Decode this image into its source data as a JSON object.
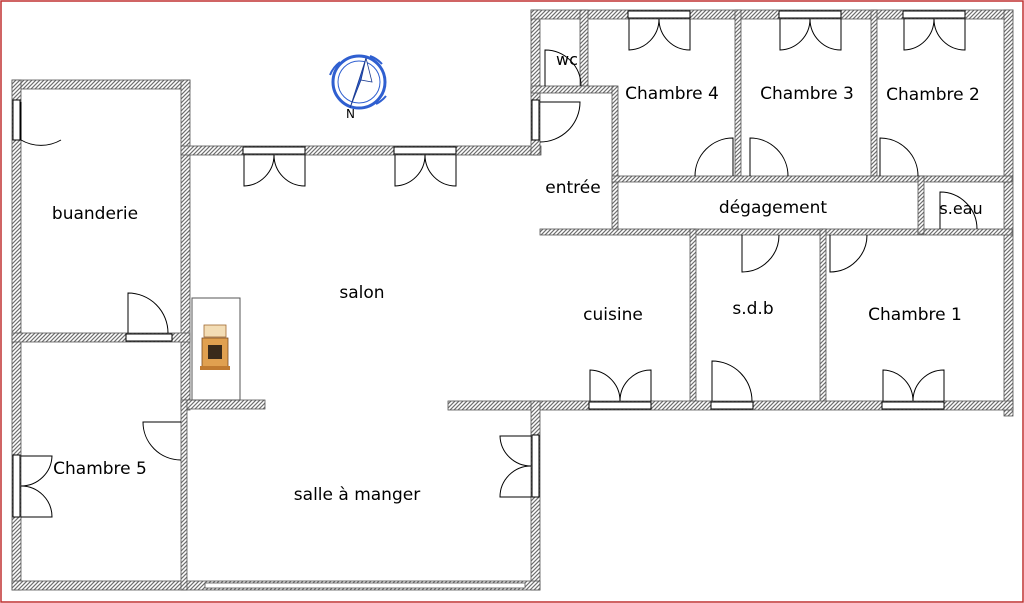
{
  "plan": {
    "rooms": {
      "buanderie": "buanderie",
      "salon": "salon",
      "entree": "entrée",
      "wc": "wc",
      "chambre4": "Chambre 4",
      "chambre3": "Chambre 3",
      "chambre2": "Chambre 2",
      "degagement": "dégagement",
      "seau": "s.eau",
      "cuisine": "cuisine",
      "sdb": "s.d.b",
      "chambre1": "Chambre 1",
      "chambre5": "Chambre 5",
      "salle_a_manger": "salle à manger"
    },
    "compass_letter": "N",
    "colors": {
      "wall": "#6f6f6f",
      "frame": "#c03030",
      "compass": "#2f5fd0",
      "fireplace": "#e0a050"
    }
  }
}
